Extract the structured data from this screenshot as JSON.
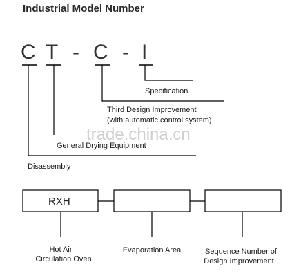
{
  "title": "Industrial Model Number",
  "code": {
    "c1": "C",
    "t": "T",
    "dash1": "-",
    "c2": "C",
    "dash2": "-",
    "i": "I"
  },
  "labels": {
    "specification": "Specification",
    "third_design_line1": "Third Design Improvement",
    "third_design_line2": "(with automatic control system)",
    "general_drying": "General Drying Equipment",
    "disassembly": "Disassembly"
  },
  "boxes": [
    {
      "text": "RXH"
    },
    {
      "text": ""
    },
    {
      "text": ""
    }
  ],
  "box_labels": {
    "hot_air_line1": "Hot Air",
    "hot_air_line2": "Circulation Oven",
    "evaporation": "Evaporation Area",
    "sequence_line1": "Sequence Number of",
    "sequence_line2": "Design Improvement"
  },
  "watermark": "trade.china.cn"
}
